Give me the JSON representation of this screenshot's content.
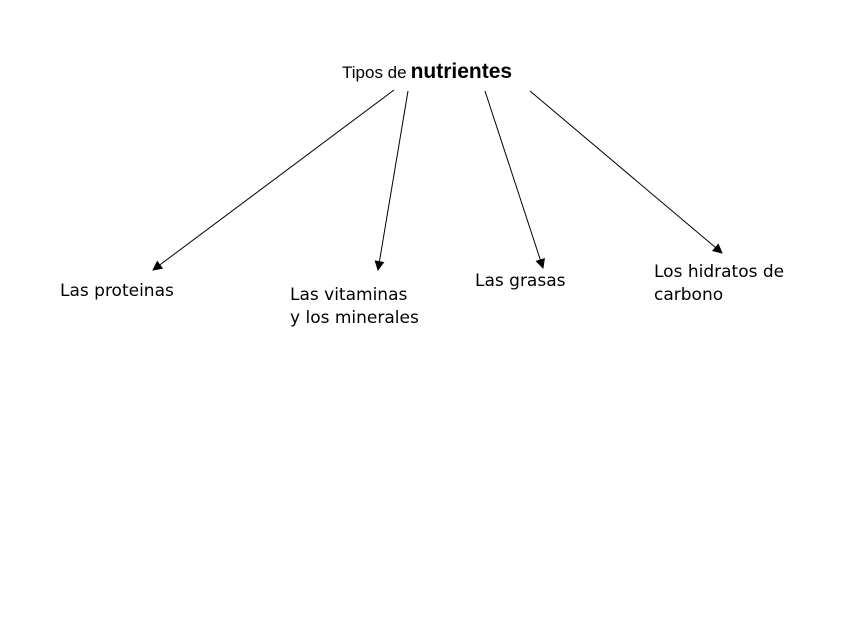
{
  "diagram": {
    "title": {
      "prefix": "Tipos de",
      "main": "nutrientes"
    },
    "nodes": [
      {
        "lines": [
          "Las proteinas"
        ]
      },
      {
        "lines": [
          "Las vitaminas",
          "y los minerales"
        ]
      },
      {
        "lines": [
          "Las grasas"
        ]
      },
      {
        "lines": [
          "Los hidratos de",
          "carbono"
        ]
      }
    ]
  },
  "colors": {
    "line": "#000000",
    "background": "#ffffff"
  }
}
